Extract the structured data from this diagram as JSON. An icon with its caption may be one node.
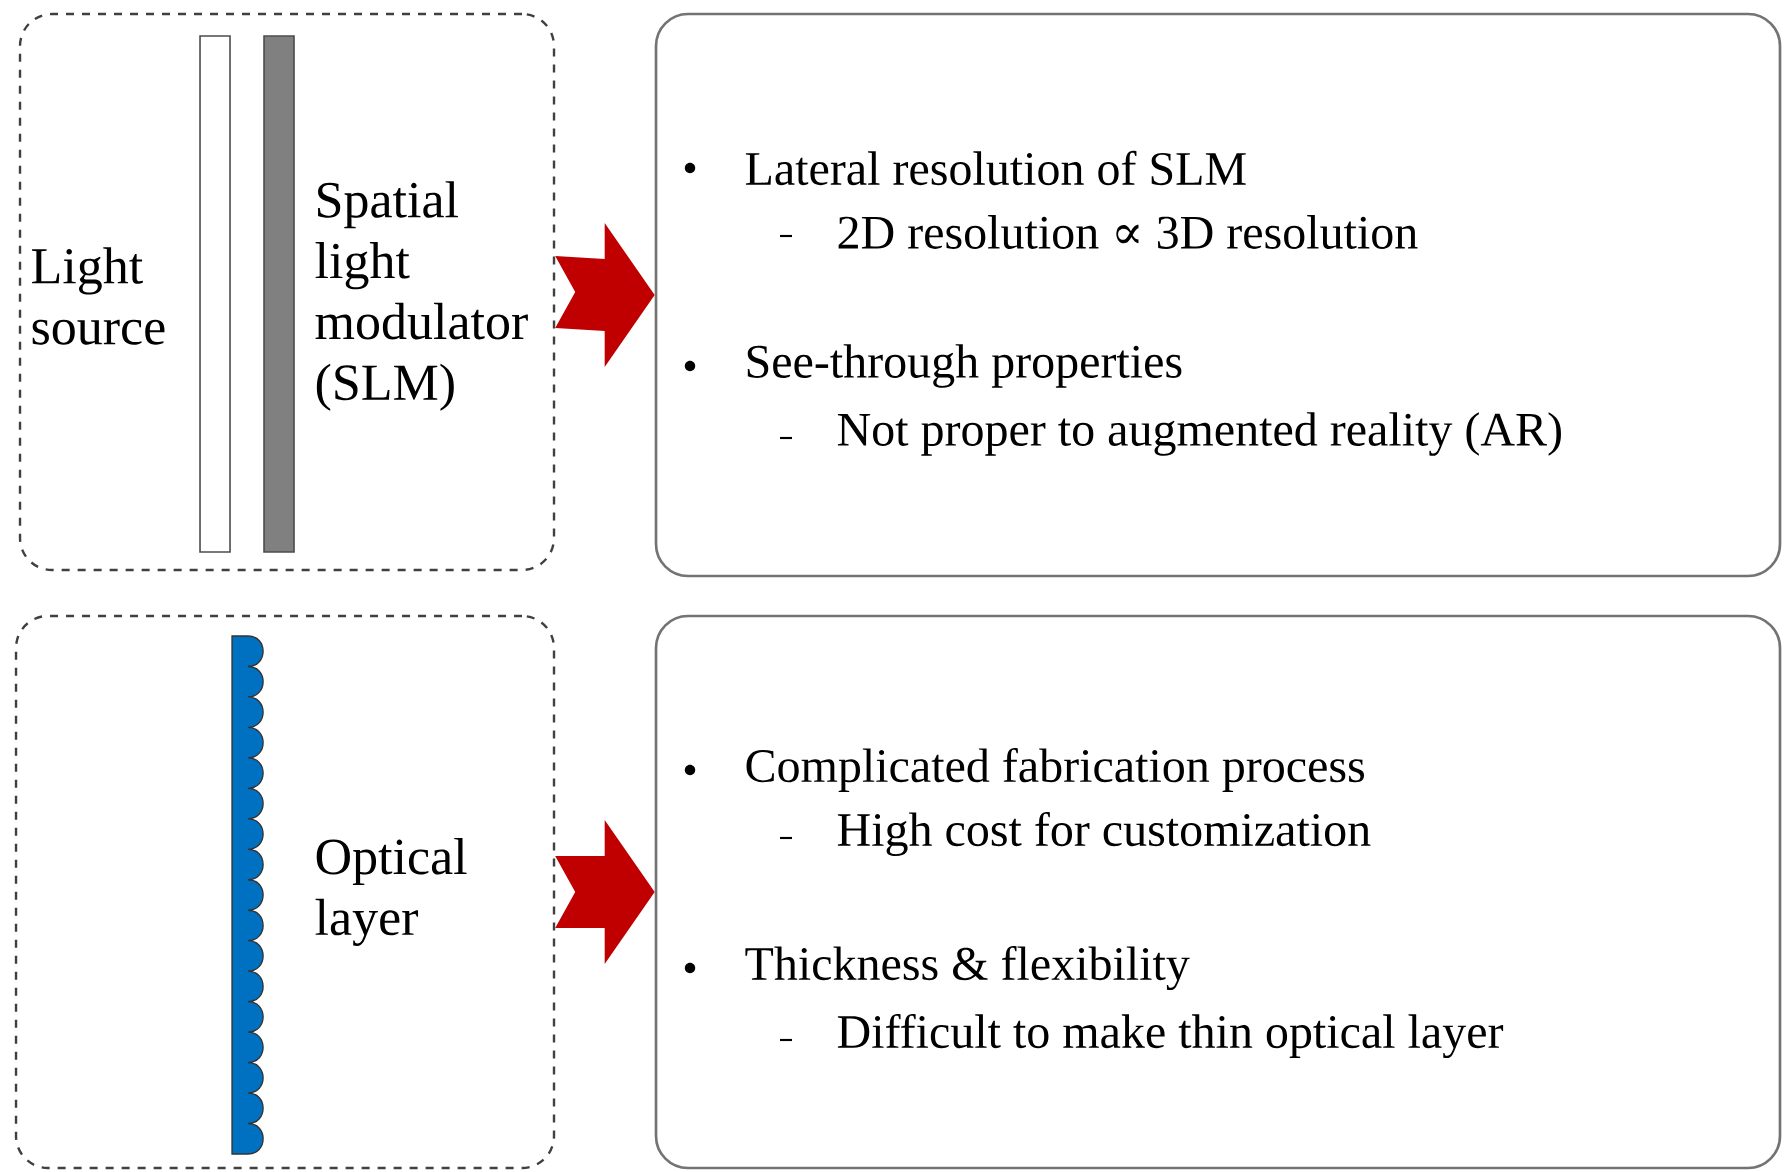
{
  "diagram": {
    "nodes": [
      {
        "text": [
          "Light source",
          "Spatial light modulator (SLM)"
        ]
      },
      {
        "text": [
          "Lateral resolution of SLM",
          "2D resolution ∝ 3D resolution",
          "See-through properties",
          "Not proper to augmented reality (AR)"
        ]
      },
      {
        "text": [
          "Optical layer"
        ]
      },
      {
        "text": [
          "Complicated fabrication process",
          "High cost for customization",
          "Thickness & flexibility",
          "Difficult to make thin optical layer"
        ]
      }
    ],
    "edges": [
      {
        "from": 0,
        "to": 1,
        "arrow": "to"
      },
      {
        "from": 2,
        "to": 3,
        "arrow": "to"
      }
    ]
  }
}
